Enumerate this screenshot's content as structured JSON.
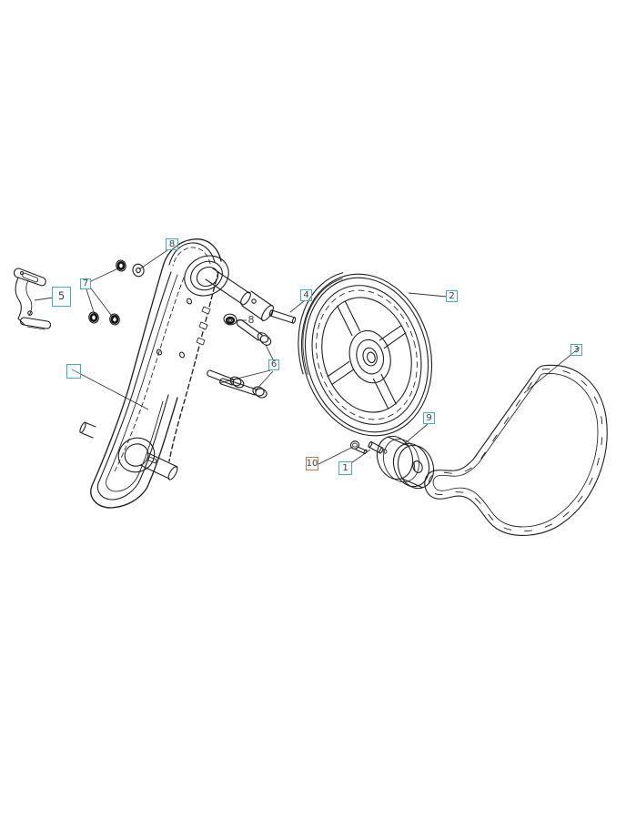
{
  "diagram": {
    "colors": {
      "line": "#1f1f1f",
      "leader": "#3a3a3a",
      "label_text": "#3f4245",
      "callout_teal": "#4aabb7",
      "callout_orange": "#c07a52",
      "background": "#ffffff"
    },
    "callouts": {
      "c1": {
        "label": "1"
      },
      "c2": {
        "label": "2"
      },
      "c3": {
        "label": "3"
      },
      "c4": {
        "label": "4"
      },
      "c5": {
        "label": "5"
      },
      "c6": {
        "label": "6"
      },
      "c7": {
        "label": "7"
      },
      "c8_top": {
        "label": "8"
      },
      "c8_mid": {
        "label": "8"
      },
      "c9": {
        "label": "9"
      },
      "c10": {
        "label": "10"
      },
      "c_plate": {
        "label": ""
      }
    }
  }
}
